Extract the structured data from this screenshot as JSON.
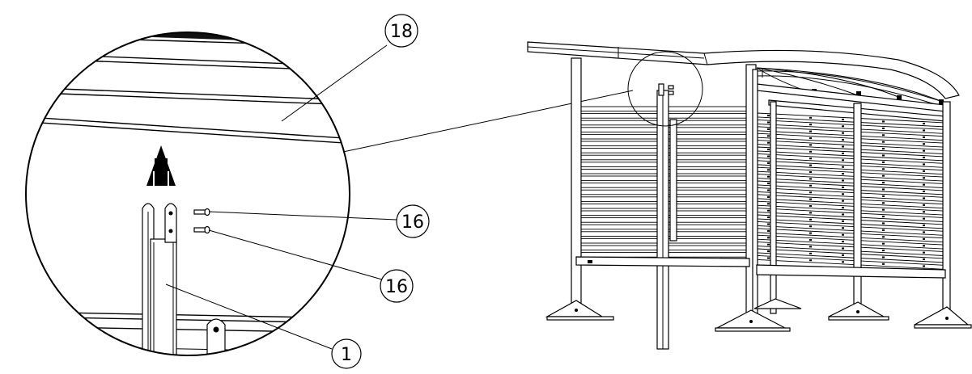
{
  "callouts": {
    "c18": "18",
    "c16a": "16",
    "c16b": "16",
    "c1": "1"
  },
  "colors": {
    "ink": "#000000",
    "paper": "#ffffff"
  }
}
